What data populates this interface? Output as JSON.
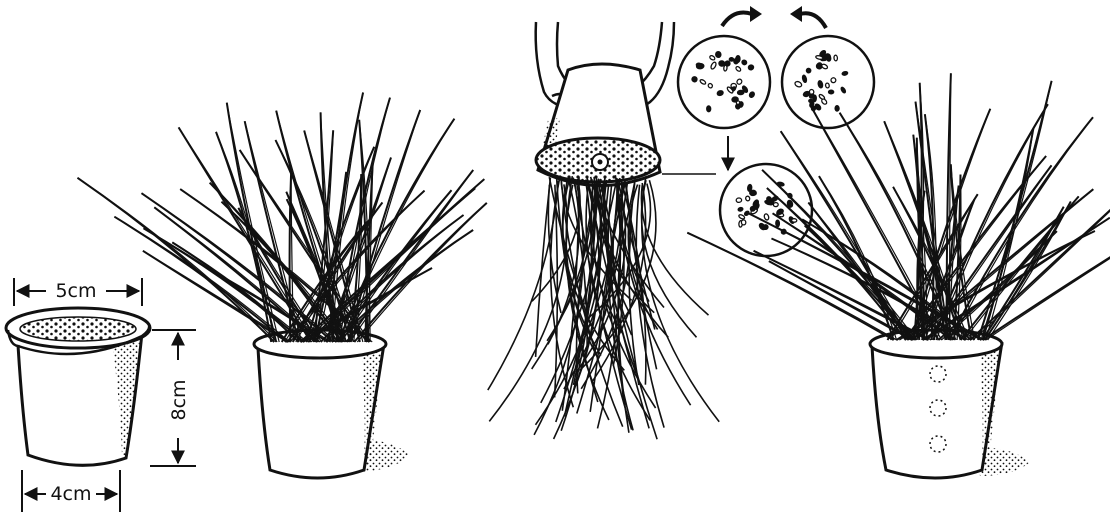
{
  "dimensions": {
    "top_width": "5cm",
    "height": "8cm",
    "bottom_width": "4cm"
  },
  "colors": {
    "ink": "#111111",
    "paper": "#ffffff"
  }
}
